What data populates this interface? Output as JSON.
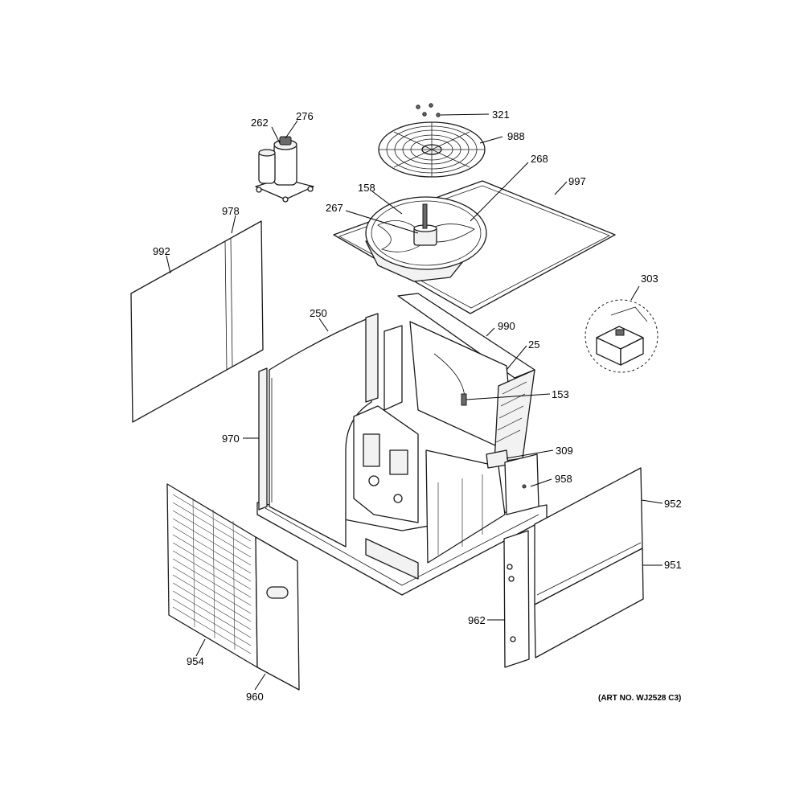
{
  "callouts": {
    "c321": "321",
    "c276": "276",
    "c262": "262",
    "c988": "988",
    "c268": "268",
    "c997": "997",
    "c158": "158",
    "c267": "267",
    "c978": "978",
    "c992": "992",
    "c303": "303",
    "c250": "250",
    "c990": "990",
    "c25": "25",
    "c153": "153",
    "c970": "970",
    "c309": "309",
    "c958": "958",
    "c952": "952",
    "c951": "951",
    "c962": "962",
    "c954": "954",
    "c960": "960"
  },
  "art_number": "(ART NO. WJ2528 C3)"
}
